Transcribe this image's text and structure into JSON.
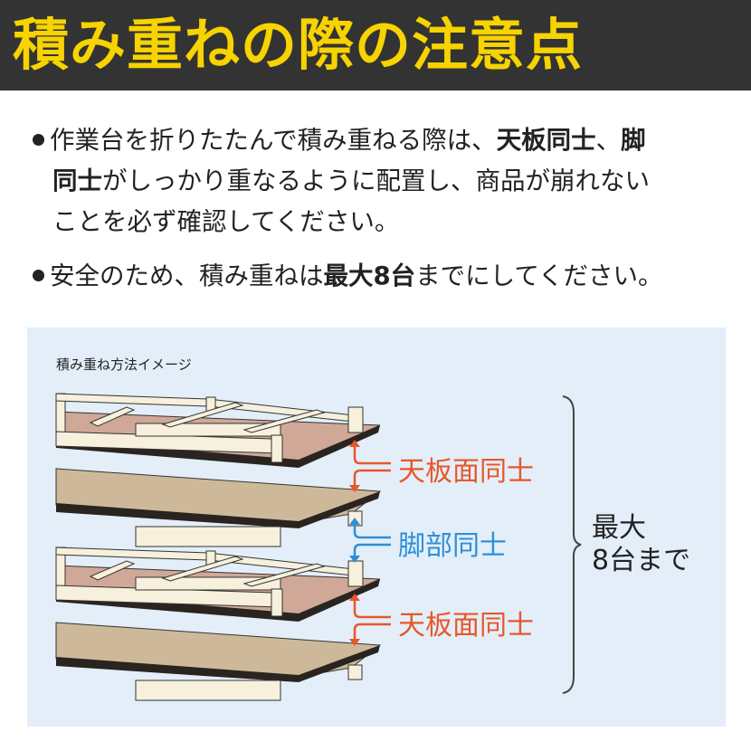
{
  "header": {
    "title": "積み重ねの際の注意点"
  },
  "notes": [
    {
      "lines": [
        [
          {
            "t": "作業台を折りたたんで積み重ねる際は、",
            "b": false
          },
          {
            "t": "天板同士",
            "b": true
          },
          {
            "t": "、",
            "b": false
          },
          {
            "t": "脚",
            "b": true
          }
        ],
        [
          {
            "t": "同士",
            "b": true
          },
          {
            "t": "がしっかり重なるように配置し、商品が崩れない",
            "b": false
          }
        ],
        [
          {
            "t": "ことを必ず確認してください。",
            "b": false
          }
        ]
      ]
    },
    {
      "lines": [
        [
          {
            "t": "安全のため、積み重ねは",
            "b": false
          },
          {
            "t": "最大8台",
            "b": true
          },
          {
            "t": "までにしてください。",
            "b": false
          }
        ]
      ]
    }
  ],
  "diagram": {
    "caption": "積み重ね方法イメージ",
    "labels": {
      "top1": "天板面同士",
      "legs": "脚部同士",
      "top2": "天板面同士"
    },
    "max": {
      "line1": "最大",
      "line2": "8台まで"
    },
    "colors": {
      "orange": "#e8572a",
      "blue": "#2e8fd8",
      "panel": "#e3eef9",
      "title": "#f7d300"
    }
  }
}
